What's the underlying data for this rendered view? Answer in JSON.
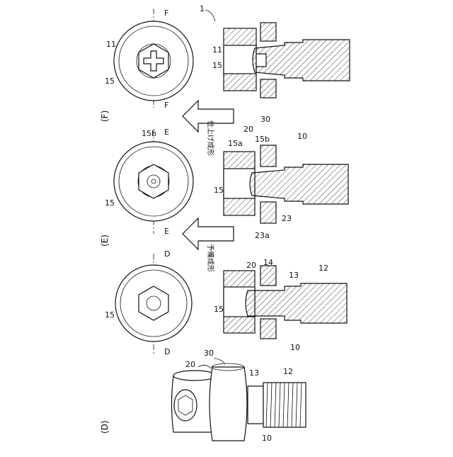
{
  "panels": {
    "d": "(D)",
    "e": "(E)",
    "f": "(F)"
  },
  "steps": {
    "preform": "予備成形",
    "finish": "仕上げ成形"
  },
  "section_marks": {
    "d": "D",
    "e": "E",
    "f": "F"
  },
  "labels": {
    "n1": "1",
    "n10": "10",
    "n11": "11",
    "n12": "12",
    "n13": "13",
    "n14": "14",
    "n15": "15",
    "n15a": "15a",
    "n15b": "15b",
    "n20": "20",
    "n23": "23",
    "n23a": "23a",
    "n30": "30"
  }
}
